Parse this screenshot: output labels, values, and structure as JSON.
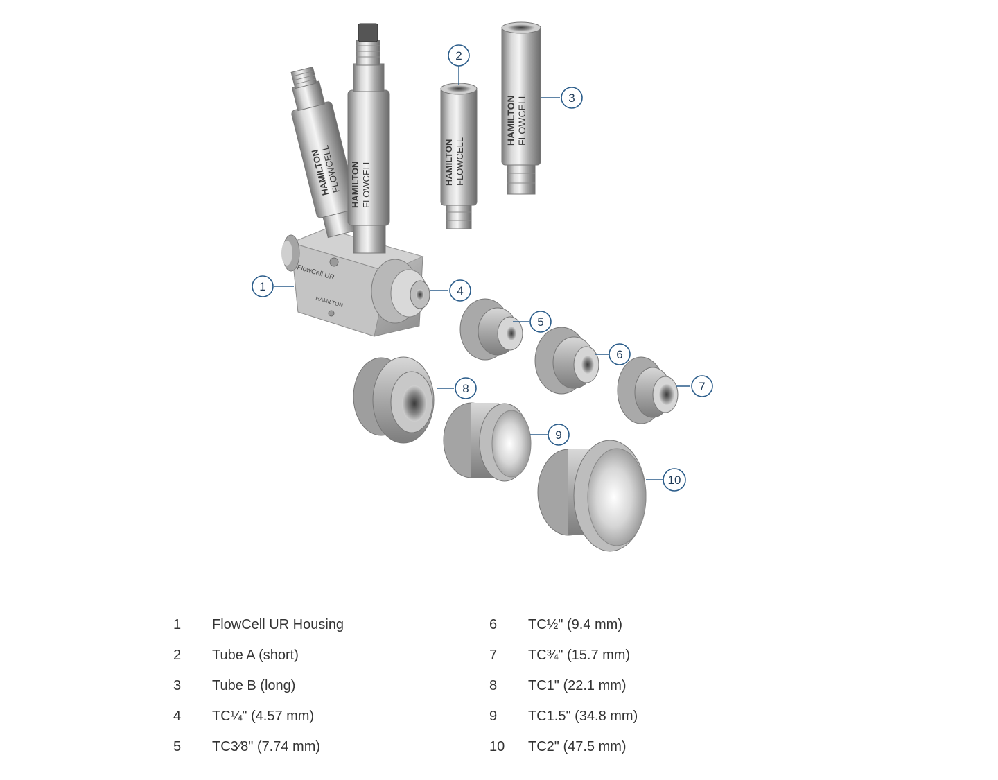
{
  "engraving": {
    "brand": "HAMILTON",
    "product": "FLOWCELL",
    "housing_model": "FlowCell UR"
  },
  "callouts": [
    {
      "num": "1"
    },
    {
      "num": "2"
    },
    {
      "num": "3"
    },
    {
      "num": "4"
    },
    {
      "num": "5"
    },
    {
      "num": "6"
    },
    {
      "num": "7"
    },
    {
      "num": "8"
    },
    {
      "num": "9"
    },
    {
      "num": "10"
    }
  ],
  "legend": {
    "left": [
      {
        "num": "1",
        "label": "FlowCell UR Housing"
      },
      {
        "num": "2",
        "label": "Tube A (short)"
      },
      {
        "num": "3",
        "label": "Tube B (long)"
      },
      {
        "num": "4",
        "label": "TC¼\" (4.57 mm)"
      },
      {
        "num": "5",
        "label": "TC3⁄8\" (7.74 mm)"
      }
    ],
    "right": [
      {
        "num": "6",
        "label": "TC½\" (9.4 mm)"
      },
      {
        "num": "7",
        "label": "TC¾\" (15.7 mm)"
      },
      {
        "num": "8",
        "label": "TC1\" (22.1 mm)"
      },
      {
        "num": "9",
        "label": "TC1.5\" (34.8 mm)"
      },
      {
        "num": "10",
        "label": "TC2\" (47.5 mm)"
      }
    ]
  },
  "colors": {
    "callout_stroke": "#2a5c8a",
    "callout_text": "#1f3a57",
    "steel_light": "#eeeeee",
    "steel_mid": "#b5b5b5",
    "steel_dark": "#6f6f6f"
  }
}
